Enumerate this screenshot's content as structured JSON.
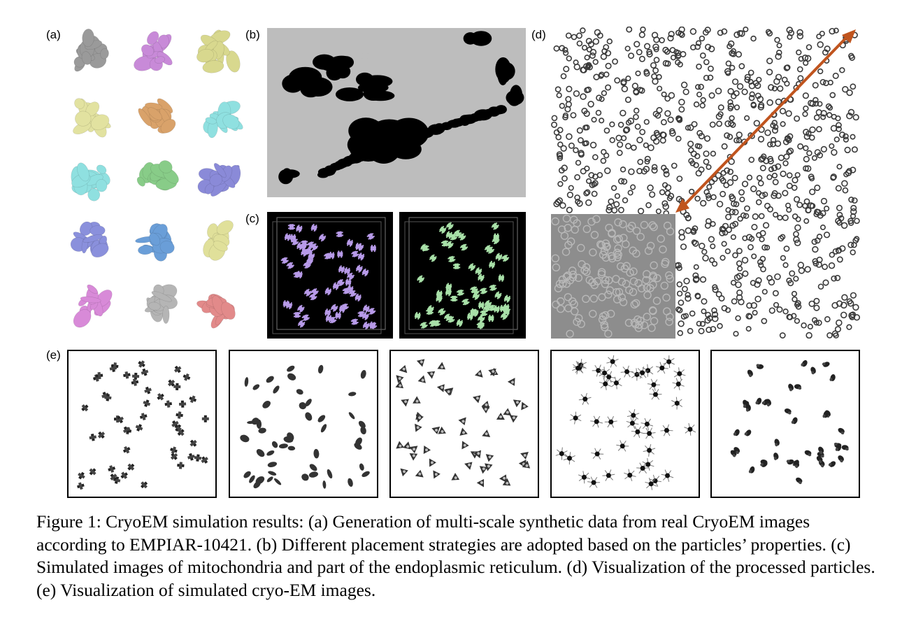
{
  "panel_labels": {
    "a": "(a)",
    "b": "(b)",
    "c": "(c)",
    "d": "(d)",
    "e": "(e)"
  },
  "panels": {
    "a": {
      "colors": [
        "#9a9a9a",
        "#c88ad8",
        "#d8d88e",
        "#e2e2a0",
        "#d9a26a",
        "#8fe0e0",
        "#8fe0e0",
        "#88cc88",
        "#8a8ad8",
        "#8a90dc",
        "#6a9ed8",
        "#e0e09a",
        "#d88ad8",
        "#b5b5b5",
        "#e28a8a"
      ]
    },
    "b": {
      "background": "#bdbdbd"
    },
    "c": {
      "left_color": "#b79ae8",
      "right_color": "#a8e0a8",
      "background": "#000000"
    },
    "d": {
      "ring_color": "#3a3a3a",
      "arrow_color": "#c0541e",
      "inset_color": "#8d8d8d"
    }
  },
  "caption": "Figure 1: CryoEM simulation results: (a) Generation of multi-scale synthetic data from real CryoEM images according to EMPIAR-10421. (b) Different placement strategies are adopted based on the particles’ properties. (c) Simulated images of mitochondria and part of the endoplasmic reticulum. (d) Visualization of the processed particles. (e) Visualization of simulated cryo-EM images."
}
